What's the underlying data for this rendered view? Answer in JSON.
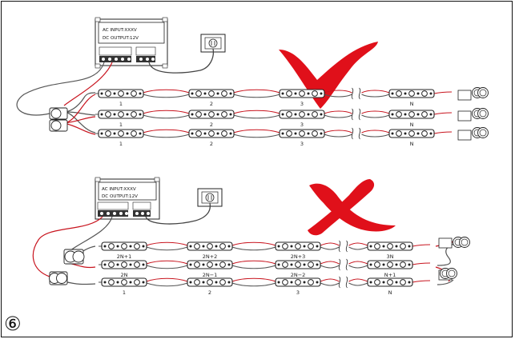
{
  "figure_label": "⑥",
  "psu": {
    "input_text": "AC  INPUT:XXXV",
    "output_text": "DC  OUTPUT:12V"
  },
  "correct_panel": {
    "mark": "check-mark",
    "rows": [
      {
        "labels": [
          "1",
          "2",
          "3",
          "N"
        ]
      },
      {
        "labels": [
          "1",
          "2",
          "3",
          "N"
        ]
      },
      {
        "labels": [
          "1",
          "2",
          "3",
          "N"
        ]
      }
    ]
  },
  "wrong_panel": {
    "mark": "cross-mark",
    "rows": [
      {
        "labels": [
          "2N+1",
          "2N+2",
          "2N+3",
          "3N"
        ]
      },
      {
        "labels": [
          "2N",
          "2N−1",
          "2N−2",
          "N+1"
        ]
      },
      {
        "labels": [
          "1",
          "2",
          "3",
          "N"
        ]
      }
    ]
  },
  "colors": {
    "mark_red": "#e0101a",
    "wire_red": "#c8141e",
    "wire_grey": "#555555"
  }
}
